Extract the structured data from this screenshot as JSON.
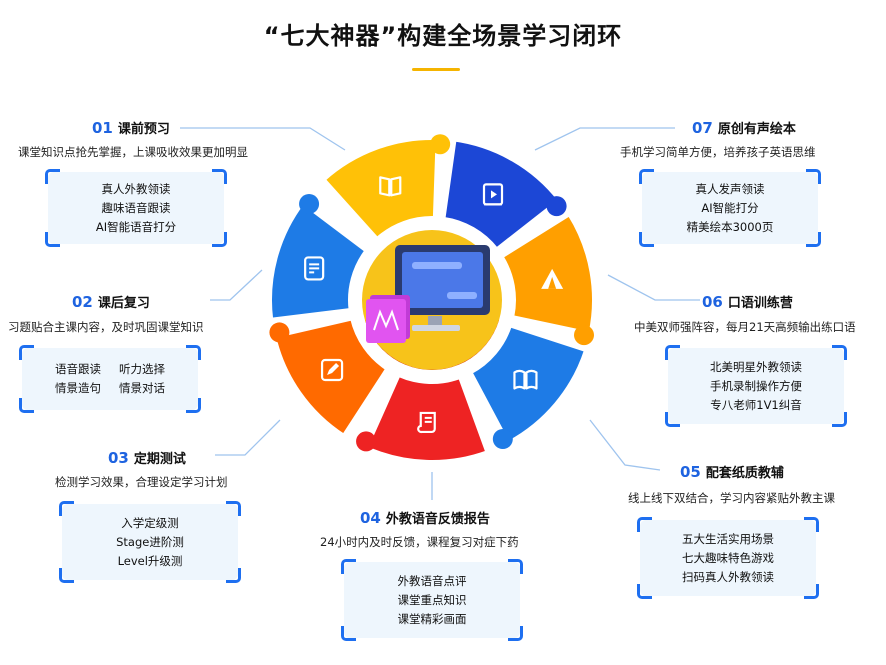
{
  "title": "“七大神器”构建全场景学习闭环",
  "colors": {
    "yellow": "#ffc107",
    "darkblue": "#1c47d6",
    "orange": "#ff9f00",
    "blue": "#1e7be6",
    "deeporange": "#ff6a00",
    "red": "#ee2323",
    "accent": "#1e63e0",
    "gold": "#f5b400"
  },
  "center": {
    "icon": "computer-book-icon"
  },
  "features": [
    {
      "num": "01",
      "title": "课前预习",
      "desc": "课堂知识点抢先掌握，上课吸收效果更加明显",
      "items": [
        "真人外教领读",
        "趣味语音跟读",
        "AI智能语音打分"
      ],
      "icon": "open-book-icon"
    },
    {
      "num": "02",
      "title": "课后复习",
      "desc": "习题贴合主课内容，及时巩固课堂知识",
      "items": [
        "语音跟读",
        "听力选择",
        "情景造句",
        "情景对话"
      ],
      "icon": "document-icon"
    },
    {
      "num": "03",
      "title": "定期测试",
      "desc": "检测学习效果，合理设定学习计划",
      "items": [
        "入学定级测",
        "Stage进阶测",
        "Level升级测"
      ],
      "icon": "edit-icon"
    },
    {
      "num": "04",
      "title": "外教语音反馈报告",
      "desc": "24小时内及时反馈，课程复习对症下药",
      "items": [
        "外教语音点评",
        "课堂重点知识",
        "课堂精彩画面"
      ],
      "icon": "scroll-icon"
    },
    {
      "num": "05",
      "title": "配套纸质教辅",
      "desc": "线上线下双结合，学习内容紧贴外教主课",
      "items": [
        "五大生活实用场景",
        "七大趣味特色游戏",
        "扫码真人外教领读"
      ],
      "icon": "reading-book-icon"
    },
    {
      "num": "06",
      "title": "口语训练营",
      "desc": "中美双师强阵容，每月21天高频输出练口语",
      "items": [
        "北美明星外教领读",
        "手机录制操作方便",
        "专八老师1V1纠音"
      ],
      "icon": "tent-icon"
    },
    {
      "num": "07",
      "title": "原创有声绘本",
      "desc": "手机学习简单方便，培养孩子英语思维",
      "items": [
        "真人发声领读",
        "AI智能打分",
        "精美绘本3000页"
      ],
      "icon": "video-book-icon"
    }
  ]
}
